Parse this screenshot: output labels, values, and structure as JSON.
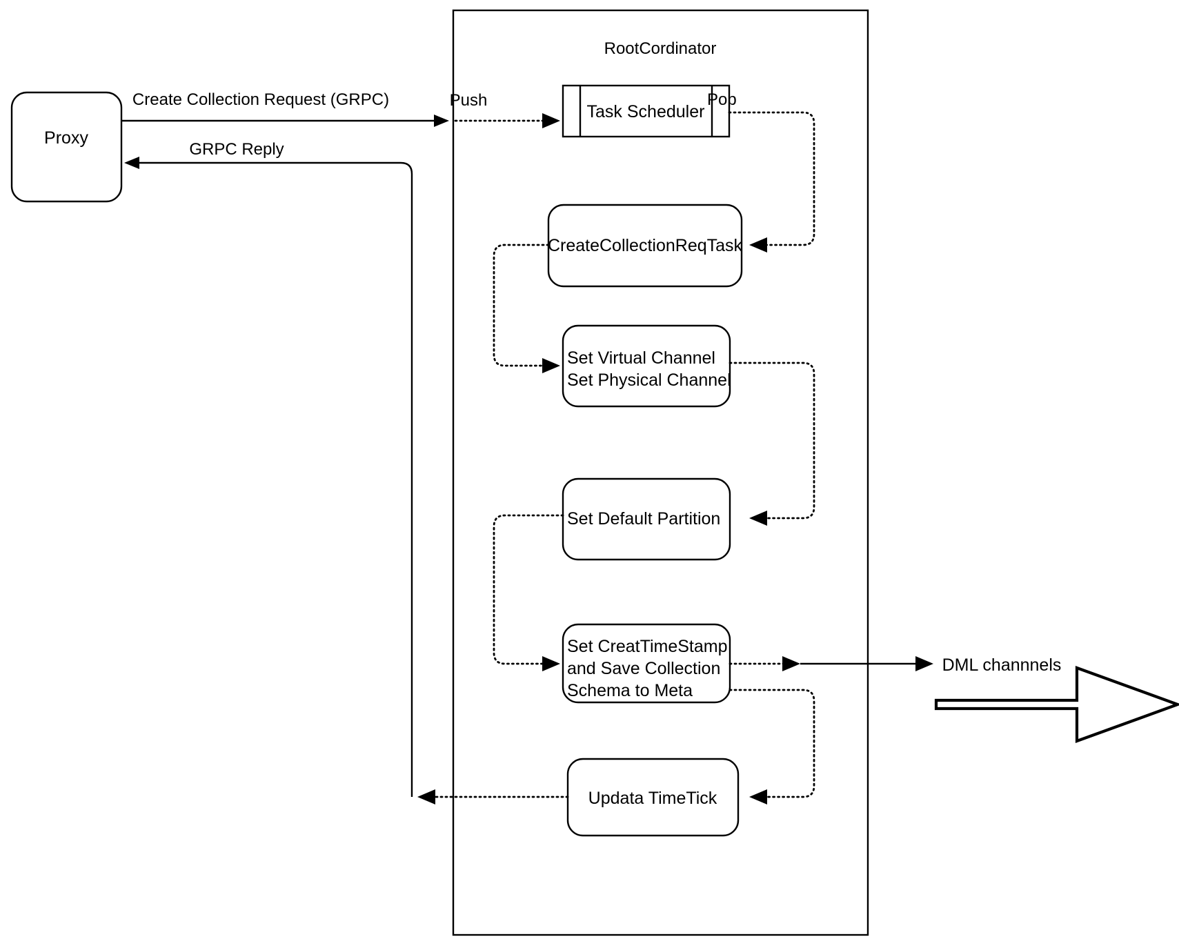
{
  "diagram": {
    "title_visible": false,
    "container": {
      "label": "RootCordinator",
      "name": "root-coordinator-container"
    },
    "nodes": {
      "proxy": {
        "label": "Proxy",
        "shape": "rounded-rect"
      },
      "task_scheduler": {
        "label": "Task Scheduler",
        "shape": "queue-node"
      },
      "create_collection_req_task": {
        "label": "CreateCollectionReqTask",
        "shape": "rounded-rect"
      },
      "set_channels": {
        "line1": "Set Virtual Channel",
        "line2": "Set Physical Channel",
        "shape": "rounded-rect"
      },
      "set_default_partition": {
        "label": "Set Default Partition",
        "shape": "rounded-rect"
      },
      "set_createtimestamp": {
        "line1": "Set CreatTimeStamp",
        "line2": "and Save Collection",
        "line3": "Schema to Meta",
        "shape": "rounded-rect"
      },
      "updata_timetick": {
        "label": "Updata TimeTick",
        "shape": "rounded-rect"
      },
      "dml_channels": {
        "label": "DML channnels",
        "shape": "block-arrow-right"
      }
    },
    "edges": [
      {
        "id": "proxy-to-rootcoord",
        "label": "Create Collection Request (GRPC)",
        "style": "solid",
        "arrow": "single"
      },
      {
        "id": "rootcoord-to-proxy",
        "label": "GRPC Reply",
        "style": "solid",
        "arrow": "single"
      },
      {
        "id": "push-to-scheduler",
        "label": "Push",
        "style": "dotted",
        "arrow": "single"
      },
      {
        "id": "pop-from-scheduler",
        "label": "Pop",
        "style": "dotted",
        "arrow": "single"
      },
      {
        "id": "task-to-channels",
        "label": "",
        "style": "dotted",
        "arrow": "single"
      },
      {
        "id": "channels-to-partition",
        "label": "",
        "style": "dotted",
        "arrow": "single"
      },
      {
        "id": "partition-to-timestamp",
        "label": "",
        "style": "dotted",
        "arrow": "single"
      },
      {
        "id": "timestamp-to-dml",
        "label": "",
        "style": "solid",
        "arrow": "single"
      },
      {
        "id": "timestamp-to-timetick",
        "label": "",
        "style": "dotted",
        "arrow": "single"
      },
      {
        "id": "timetick-to-reply",
        "label": "",
        "style": "dotted",
        "arrow": "single"
      }
    ],
    "colors": {
      "stroke": "#000000",
      "fill": "#ffffff",
      "background": "#ffffff"
    }
  }
}
